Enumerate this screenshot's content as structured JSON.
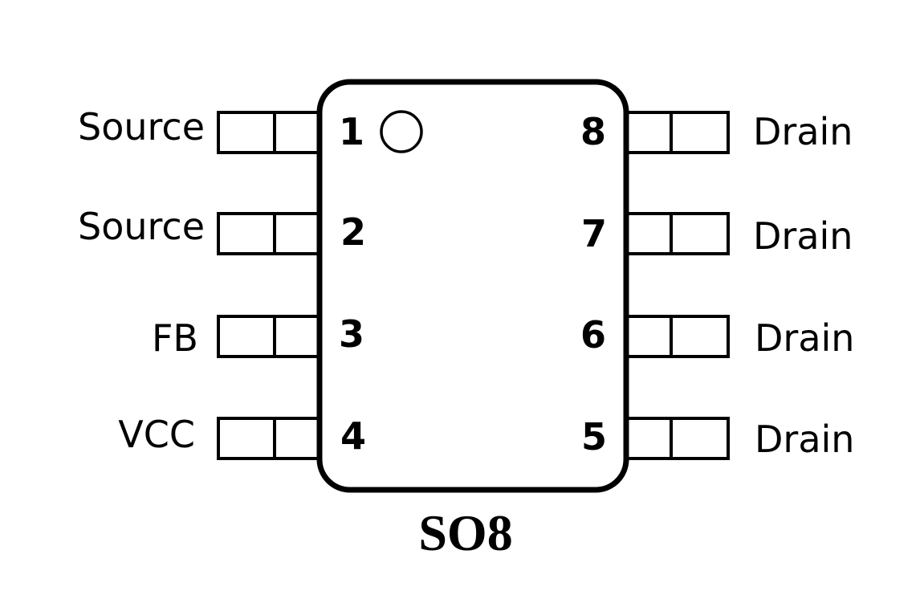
{
  "package": {
    "name": "SO8",
    "pin1_marker": "circle",
    "line_color": "#000000",
    "background_color": "#ffffff"
  },
  "pins": {
    "left": [
      {
        "number": "1",
        "label": "Source"
      },
      {
        "number": "2",
        "label": "Source"
      },
      {
        "number": "3",
        "label": "FB"
      },
      {
        "number": "4",
        "label": "VCC"
      }
    ],
    "right": [
      {
        "number": "8",
        "label": "Drain"
      },
      {
        "number": "7",
        "label": "Drain"
      },
      {
        "number": "6",
        "label": "Drain"
      },
      {
        "number": "5",
        "label": "Drain"
      }
    ]
  }
}
